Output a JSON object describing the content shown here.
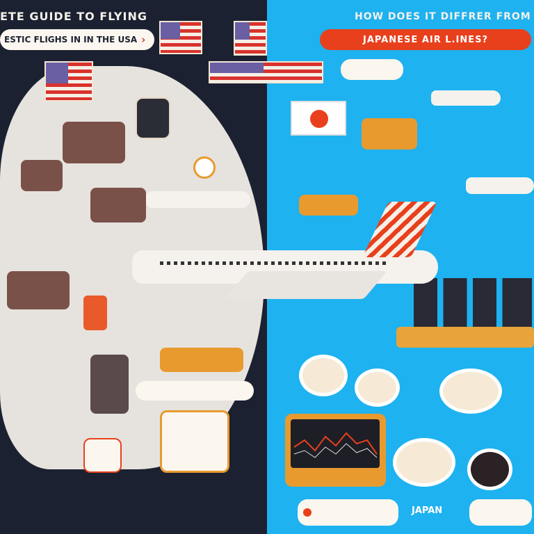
{
  "left_panel": {
    "title_line1": "ETE GUIDE TO FLYING",
    "title_line2": "ESTIC FLIGHS IN IN THE USA",
    "title_arrow": "›"
  },
  "right_panel": {
    "title_line1": "HOW DOES IT DIFFRER FROM",
    "title_line2": "JAPANESE AIR L.INES?",
    "caption_japan": "JAPAN"
  },
  "colors": {
    "left_bg": "#1b2130",
    "right_bg": "#1eb2f0",
    "accent": "#e8401c",
    "blob": "#e6e3de"
  },
  "icons": [
    "us-flag",
    "japan-flag",
    "airplane",
    "seats",
    "luggage",
    "food-dish",
    "ticket-kiosk",
    "stock-chart-monitor",
    "flight-attendants"
  ]
}
